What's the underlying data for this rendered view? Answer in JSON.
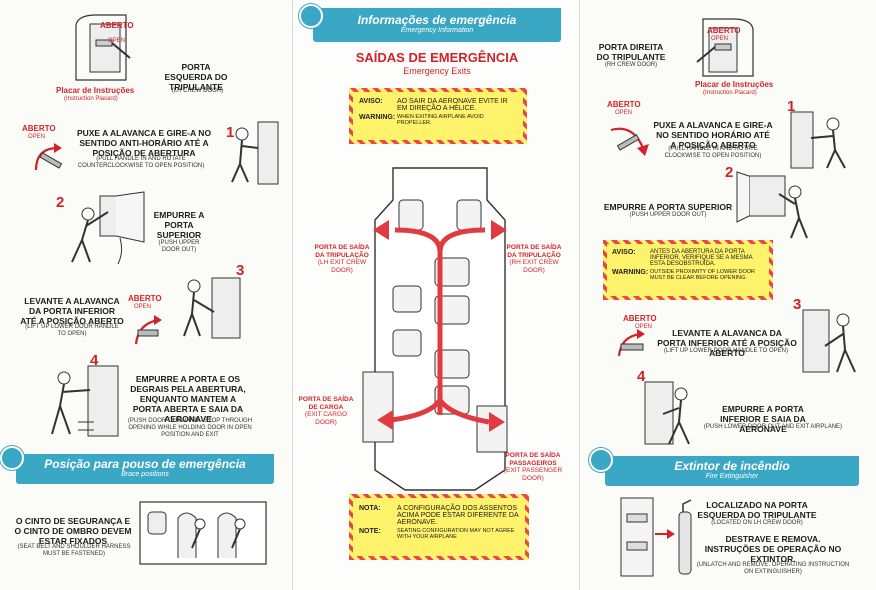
{
  "left": {
    "aberto_label": "ABERTO",
    "open_label": "OPEN",
    "door_title": "PORTA ESQUERDA DO TRIPULANTE",
    "door_sub": "(LH CREW DOOR)",
    "placard_label": "Placar de Instruções",
    "placard_sub": "(Instruction Placard)",
    "step1_aberto": "ABERTO",
    "step1_open": "OPEN",
    "step1_num": "1",
    "step1_text": "PUXE A ALAVANCA E GIRE-A NO SENTIDO ANTI-HORÁRIO ATÉ A POSIÇÃO DE ABERTURA",
    "step1_sub": "(PULL HANDLE IN AND ROTATE COUNTERCLOCKWISE TO OPEN POSITION)",
    "step2_num": "2",
    "step2_text": "EMPURRE A PORTA SUPERIOR",
    "step2_sub": "(PUSH UPPER DOOR OUT)",
    "step3_num": "3",
    "step3_aberto": "ABERTO",
    "step3_open": "OPEN",
    "step3_text": "LEVANTE A ALAVANCA DA PORTA INFERIOR ATÉ A POSIÇÃO ABERTO",
    "step3_sub": "(LIFT UP LOWER DOOR HANDLE TO OPEN)",
    "step4_num": "4",
    "step4_text": "EMPURRE A PORTA E OS DEGRAIS PELA ABERTURA, ENQUANTO MANTEM A PORTA ABERTA E SAIA DA AERONAVE",
    "step4_sub": "(PUSH DOOR OUTWARD - STOP THROUGH OPENING WHILE HOLDING DOOR IN OPEN POSITION AND EXIT",
    "brace_banner": "Posição para pouso de emergência",
    "brace_banner_sub": "Brace positions",
    "belt_text": "O CINTO DE SEGURANÇA E O CINTO DE OMBRO DEVEM ESTAR FIXADOS",
    "belt_sub": "(SEAT BELT AND SHOULDER HARNESS MUST BE FASTENED)"
  },
  "middle": {
    "banner": "Informações de emergência",
    "banner_sub": "Emergency Information",
    "title": "SAÍDAS DE EMERGÊNCIA",
    "subtitle": "Emergency Exits",
    "warn_top": {
      "k1": "AVISO:",
      "v1": "AO SAIR DA AERONAVE EVITE IR EM DIREÇÃO A HÉLICE.",
      "k2": "WARNING:",
      "v2": "WHEN EXITING AIRPLANE AVOID PROPELLER."
    },
    "exit_crew_left": "PORTA DE SAÍDA DA TRIPULAÇÃO",
    "exit_crew_left_en": "(LH EXIT CREW DOOR)",
    "exit_crew_right": "PORTA DE SAÍDA DA TRIPULAÇÃO",
    "exit_crew_right_en": "(RH EXIT CREW DOOR)",
    "exit_cargo": "PORTA DE SAÍDA DE CARGA",
    "exit_cargo_en": "(EXIT CARGO DOOR)",
    "exit_pax": "PORTA DE SAÍDA PASSAGEIROS",
    "exit_pax_en": "(EXIT PASSENGER DOOR)",
    "warn_bottom": {
      "k1": "NOTA:",
      "v1": "A CONFIGURAÇÃO DOS ASSENTOS ACIMA PODE ESTAR DIFERENTE DA AERONAVE.",
      "k2": "NOTE:",
      "v2": "SEATING CONFIGURATION MAY NOT AGREE WITH YOUR AIRPLANE"
    }
  },
  "right": {
    "door_title": "PORTA DIREITA DO TRIPULANTE",
    "door_sub": "(RH CREW DOOR)",
    "aberto_label": "ABERTO",
    "open_label": "OPEN",
    "placard_label": "Placar de Instruções",
    "placard_sub": "(Instruction Placard)",
    "step1_aberto": "ABERTO",
    "step1_open": "OPEN",
    "step1_num": "1",
    "step1_text": "PUXE A ALAVANCA E GIRE-A NO SENTIDO HORÁRIO ATÉ A POSIÇÃO ABERTO",
    "step1_sub": "(PULL HANDLE IN AND ROTATE CLOCKWISE TO OPEN POSITION)",
    "step2_num": "2",
    "step2_text": "EMPURRE A PORTA SUPERIOR",
    "step2_sub": "(PUSH UPPER DOOR OUT)",
    "warn": {
      "k1": "AVISO:",
      "v1": "ANTES DA ABERTURA DA PORTA INFERIOR, VERIFIQUE SE A MESMA ESTA DESOBSTRUÍDA.",
      "k2": "WARNING:",
      "v2": "OUTSIDE PROXIMITY OF LOWER DOOR MUST BE CLEAR BEFORE OPENING."
    },
    "step3_num": "3",
    "step3_aberto": "ABERTO",
    "step3_open": "OPEN",
    "step3_text": "LEVANTE A ALAVANCA DA PORTA INFERIOR ATÉ A POSIÇÃO ABERTO",
    "step3_sub": "(LIFT UP LOWER DOOR HANDLE TO OPEN)",
    "step4_num": "4",
    "step4_text": "EMPURRE A PORTA INFERIOR E SAIA DA AERONAVE",
    "step4_sub": "(PUSH LOWER DOOR OUT AND EXIT AIRPLANE)",
    "ext_banner": "Extintor de incêndio",
    "ext_banner_sub": "Fire Extinguisher",
    "ext_text1": "LOCALIZADO NA PORTA ESQUERDA DO TRIPULANTE",
    "ext_sub1": "(LOCATED ON LH CREW DOOR)",
    "ext_text2": "DESTRAVE E REMOVA. INSTRUÇÕES DE OPERAÇÃO NO EXTINTOR.",
    "ext_sub2": "(UNLATCH AND REMOVE. OPERATING INSTRUCTION ON EXTINGUISHER)"
  }
}
